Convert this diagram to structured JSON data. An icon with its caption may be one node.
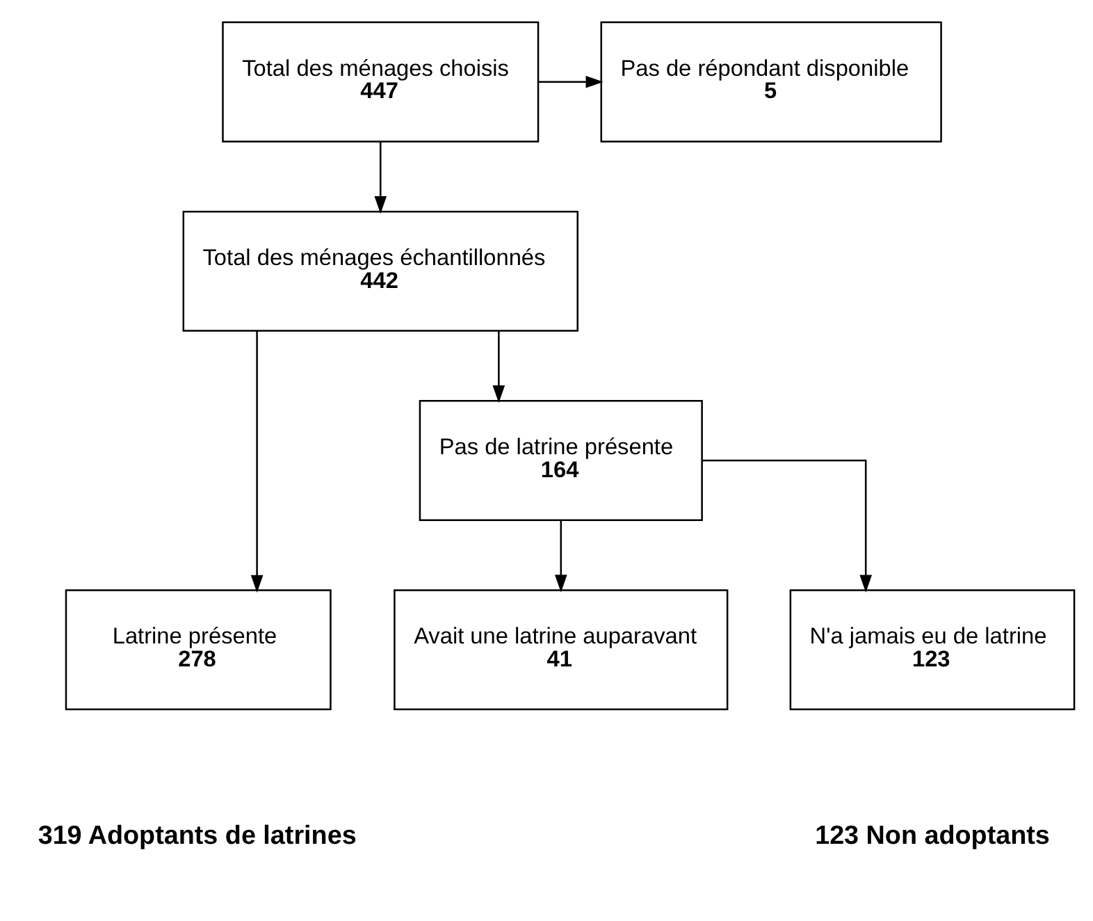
{
  "diagram": {
    "nodes": [
      {
        "text": [
          "Total des ménages choisis",
          "447"
        ]
      },
      {
        "text": [
          "Pas de répondant disponible",
          "5"
        ]
      },
      {
        "text": [
          "Total des ménages échantillonnés",
          "442"
        ]
      },
      {
        "text": [
          "Pas de latrine présente",
          "164"
        ]
      },
      {
        "text": [
          "Latrine présente",
          "278"
        ]
      },
      {
        "text": [
          "Avait une latrine auparavant",
          "41"
        ]
      },
      {
        "text": [
          "N'a jamais eu de latrine",
          "123"
        ]
      }
    ],
    "edges": [
      {
        "from": 0,
        "to": 2,
        "arrow": "to"
      },
      {
        "from": 0,
        "to": 1,
        "arrow": "to"
      },
      {
        "from": 2,
        "to": 4,
        "arrow": "to"
      },
      {
        "from": 2,
        "to": 3,
        "arrow": "to"
      },
      {
        "from": 3,
        "to": 5,
        "arrow": "to"
      },
      {
        "from": 3,
        "to": 6,
        "arrow": "to"
      }
    ],
    "labels": [
      "319 Adoptants de latrines",
      "123 Non adoptants"
    ]
  }
}
